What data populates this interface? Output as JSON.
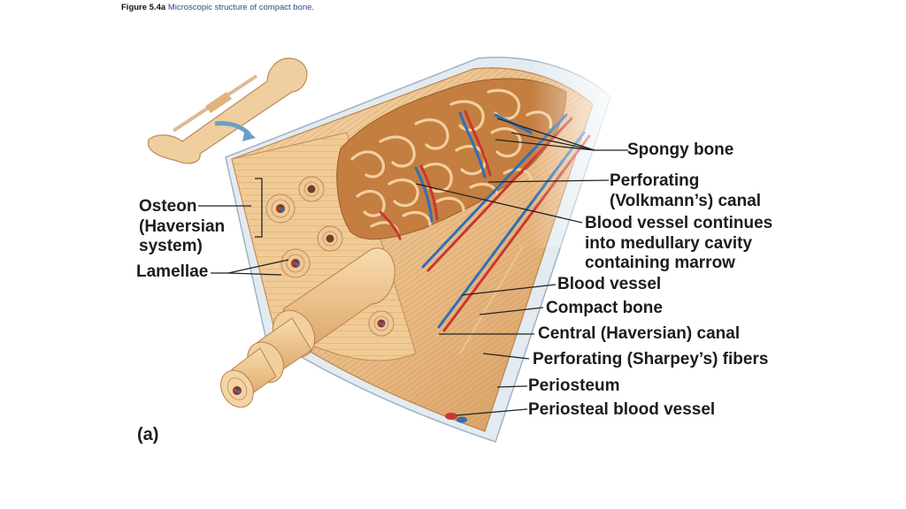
{
  "caption": {
    "figure": "Figure 5.4a",
    "text": "Microscopic structure of compact bone."
  },
  "labels": {
    "spongy_bone": "Spongy bone",
    "perforating_canal_1": "Perforating",
    "perforating_canal_2": "(Volkmann’s) canal",
    "blood_vessel_continues_1": "Blood vessel continues",
    "blood_vessel_continues_2": "into medullary cavity",
    "blood_vessel_continues_3": "containing marrow",
    "blood_vessel": "Blood vessel",
    "compact_bone": "Compact bone",
    "central_canal": "Central (Haversian) canal",
    "sharpeys_fibers": "Perforating (Sharpey’s) fibers",
    "periosteum": "Periosteum",
    "periosteal_blood_vessel": "Periosteal blood vessel",
    "osteon_1": "Osteon",
    "osteon_2": "(Haversian",
    "osteon_3": "system)",
    "lamellae": "Lamellae",
    "part_letter": "(a)"
  },
  "colors": {
    "bone_light": "#f3d3a2",
    "bone_mid": "#e6b47a",
    "bone_dark": "#c88a4c",
    "spongy": "#c78346",
    "artery": "#c8382e",
    "vein": "#2f6fb8",
    "periosteum": "#dfe8ef"
  }
}
